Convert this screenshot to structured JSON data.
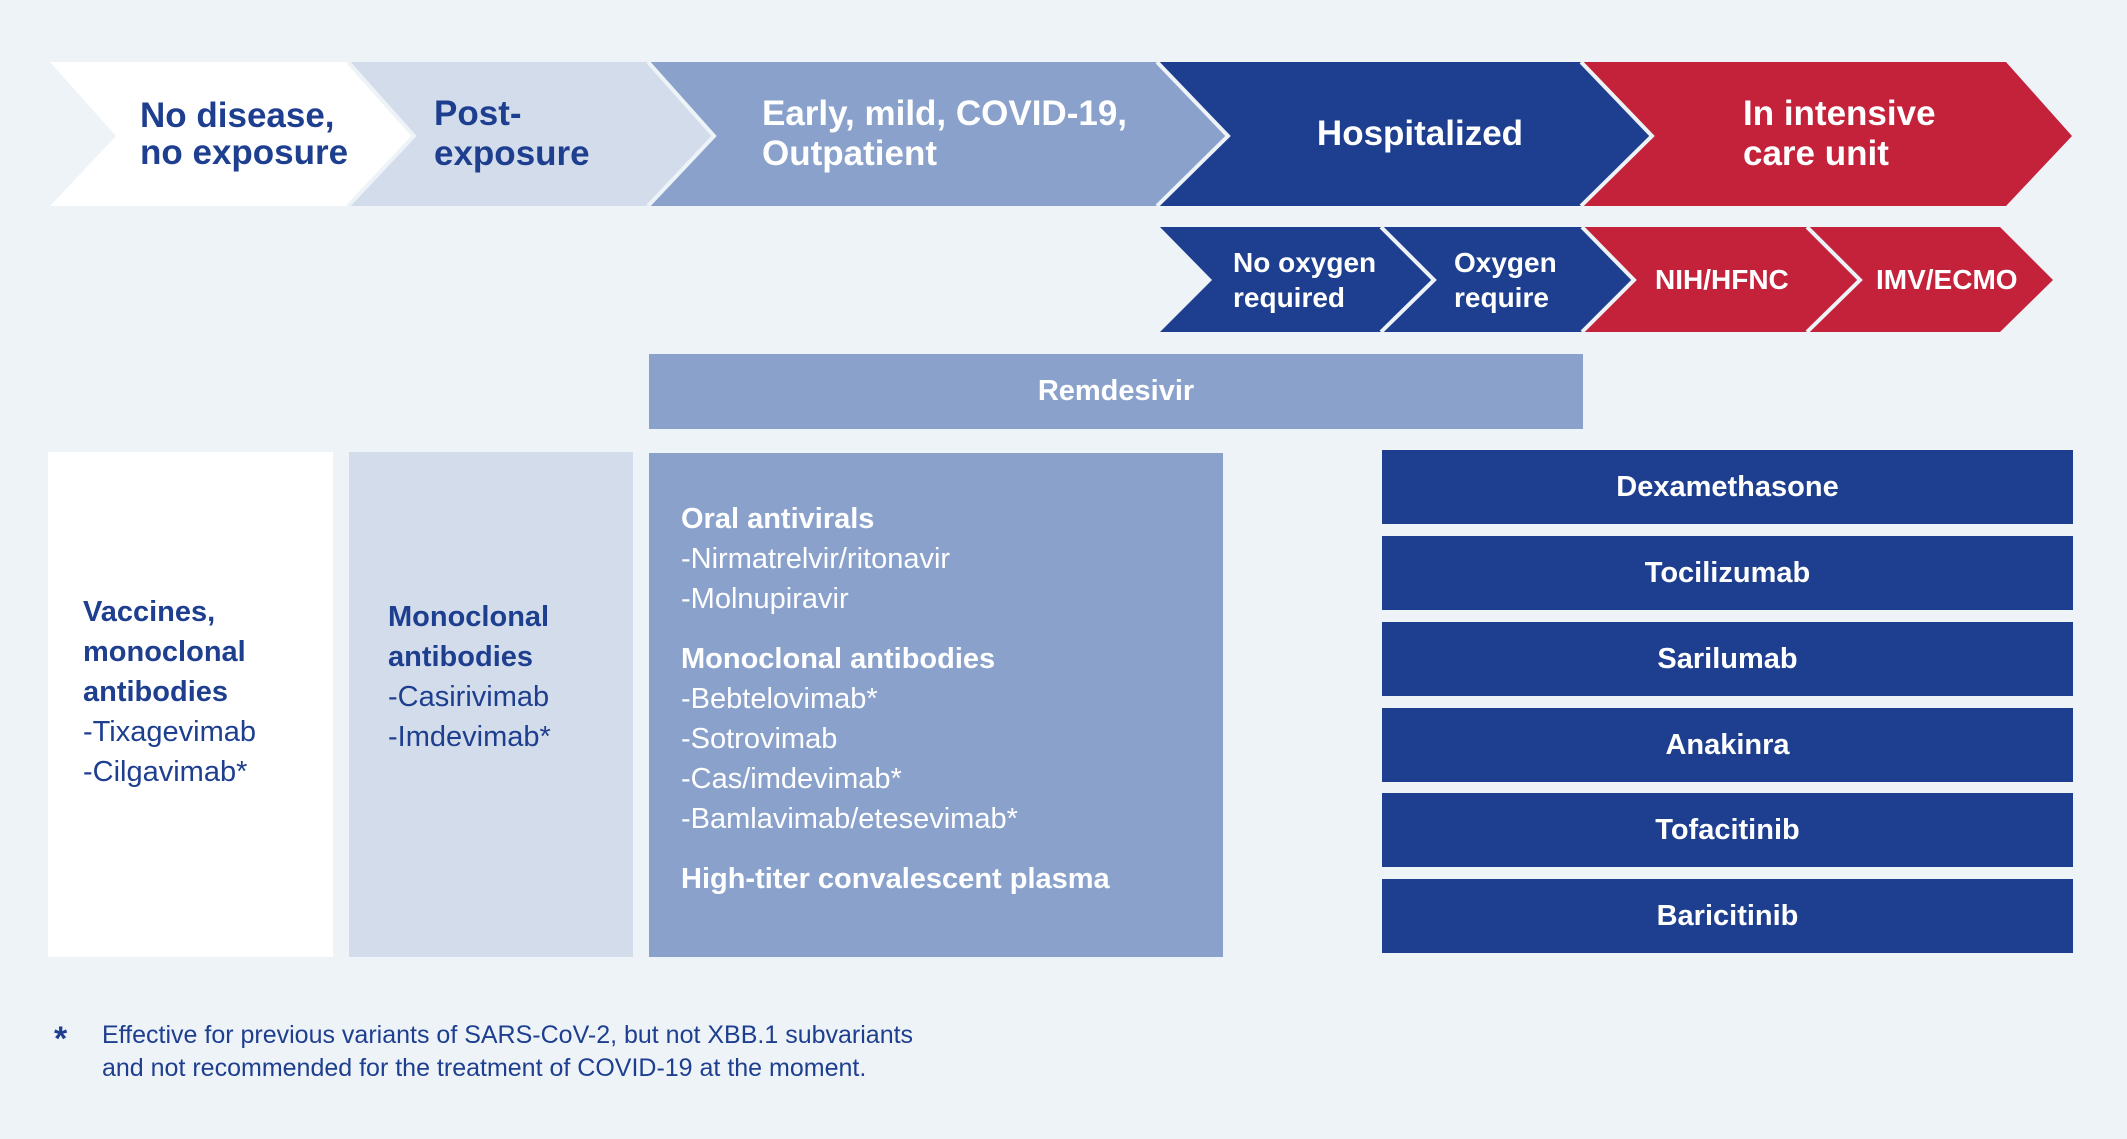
{
  "colors": {
    "background": "#eef3f8",
    "white": "#ffffff",
    "light_blue": "#d3dcea",
    "mid_blue": "#8aa2cb",
    "dark_blue": "#1e3f8f",
    "red": "#c4213a",
    "navy_text": "#1e3f8f"
  },
  "stages": [
    {
      "label": "No disease,\nno exposure"
    },
    {
      "label": "Post-exposure"
    },
    {
      "label": "Early, mild, COVID-19,\nOutpatient"
    },
    {
      "label": "Hospitalized"
    },
    {
      "label": "In intensive\ncare unit"
    }
  ],
  "substages": [
    {
      "label": "No oxygen\nrequired"
    },
    {
      "label": "Oxygen\nrequire"
    },
    {
      "label": "NIH/HFNC"
    },
    {
      "label": "IMV/ECMO"
    }
  ],
  "remdesivir": {
    "label": "Remdesivir"
  },
  "panels": {
    "vaccines": {
      "heading": "Vaccines,\nmonoclonal\nantibodies",
      "items": [
        "-Tixagevimab",
        "-Cilgavimab*"
      ]
    },
    "post_exposure": {
      "heading": "Monoclonal\nantibodies",
      "items": [
        "-Casirivimab",
        "-Imdevimab*"
      ]
    },
    "outpatient": {
      "oral_heading": "Oral antivirals",
      "oral_items": [
        "-Nirmatrelvir/ritonavir",
        "-Molnupiravir"
      ],
      "mab_heading": "Monoclonal antibodies",
      "mab_items": [
        "-Bebtelovimab*",
        "-Sotrovimab",
        "-Cas/imdevimab*",
        "-Bamlavimab/etesevimab*"
      ],
      "plasma_heading": "High-titer convalescent plasma"
    }
  },
  "hospital_drugs": [
    "Dexamethasone",
    "Tocilizumab",
    "Sarilumab",
    "Anakinra",
    "Tofacitinib",
    "Baricitinib"
  ],
  "footnote": {
    "symbol": "*",
    "line1": "Effective for previous variants of SARS-CoV-2, but not XBB.1 subvariants",
    "line2": "and not recommended for the treatment of COVID-19 at the moment."
  }
}
